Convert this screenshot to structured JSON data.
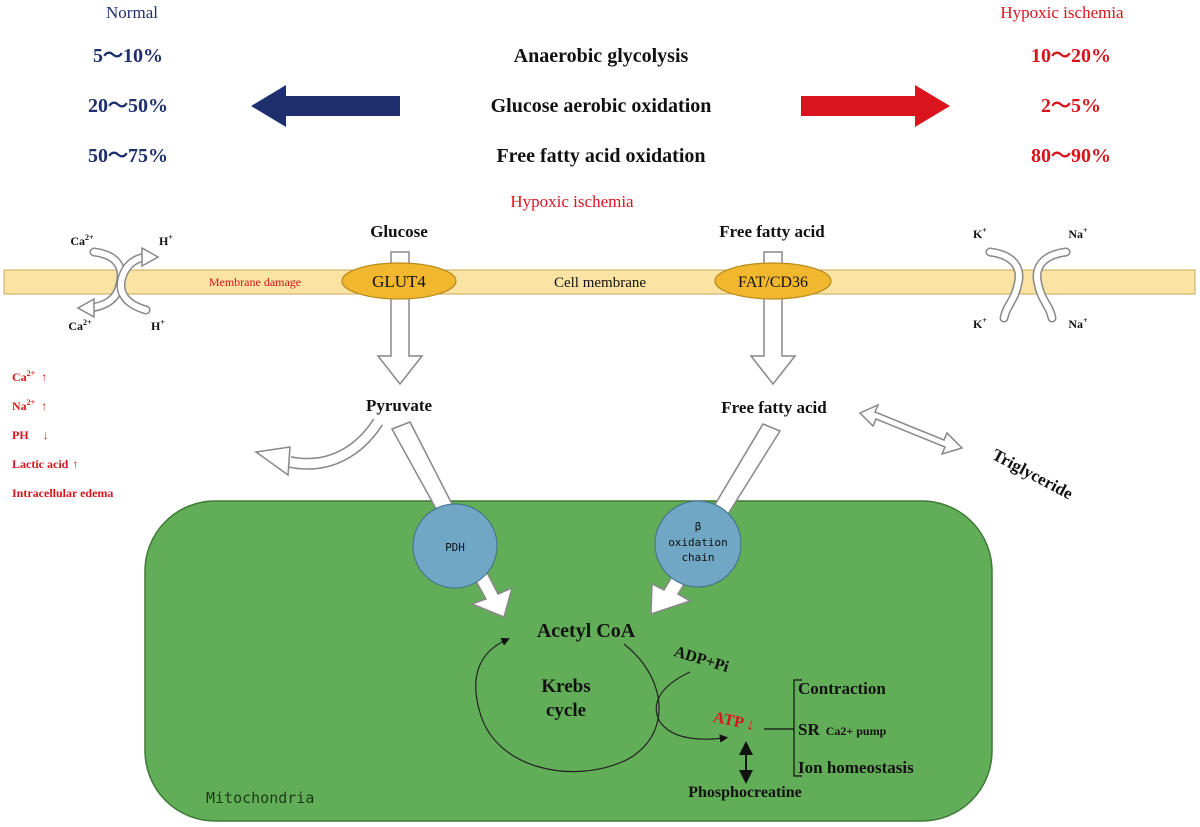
{
  "colors": {
    "normal": "#1f2f6e",
    "hypoxic": "#d9141c",
    "membrane": "#fae3a3",
    "membrane_stroke": "#c9a85c",
    "transporter": "#f0b72f",
    "transporter_stroke": "#b98a1a",
    "mito_fill": "#62ad57",
    "mito_stroke": "#3d7a35",
    "enzyme": "#6fa7c5",
    "text": "#111111"
  },
  "comparison": {
    "normal_heading": "Normal",
    "hypoxic_heading": "Hypoxic ischemia",
    "rows": [
      {
        "normal": "5～10%",
        "pathway": "Anaerobic glycolysis",
        "hypoxic": "10～20%"
      },
      {
        "normal": "20～50%",
        "pathway": "Glucose aerobic oxidation",
        "hypoxic": "2～5%"
      },
      {
        "normal": "50～75%",
        "pathway": "Free fatty acid oxidation",
        "hypoxic": "80～90%"
      }
    ],
    "subtitle": "Hypoxic ischemia"
  },
  "membrane": {
    "label": "Cell membrane",
    "damage_label": "Membrane damage",
    "glut4": "GLUT4",
    "fat_cd36": "FAT/CD36",
    "glucose_label": "Glucose",
    "ffa_label": "Free fatty acid"
  },
  "ions": {
    "ca_top": "Ca",
    "ca_top_sup": "2+",
    "h_top": "H",
    "h_top_sup": "+",
    "ca_bottom": "Ca",
    "ca_bottom_sup": "2+",
    "h_bottom": "H",
    "h_bottom_sup": "+",
    "k_top": "K",
    "k_top_sup": "+",
    "na_top": "Na",
    "na_top_sup": "+",
    "k_bottom": "K",
    "k_bottom_sup": "+",
    "na_bottom": "Na",
    "na_bottom_sup": "+"
  },
  "effects": {
    "ca": "Ca",
    "ca_sup": "2+",
    "na": "Na",
    "na_sup": "2+",
    "up": "↑",
    "down": "↓",
    "ph": "PH",
    "lactic": "Lactic acid",
    "edema": "Intracellular edema"
  },
  "cytoplasm": {
    "pyruvate": "Pyruvate",
    "free_fatty_acid": "Free fatty acid",
    "triglyceride": "Triglyceride"
  },
  "mitochondria": {
    "label": "Mitochondria",
    "pdh": "PDH",
    "beta_line1": "β",
    "beta_line2": "oxidation",
    "beta_line3": "chain",
    "acetyl_coa": "Acetyl CoA",
    "krebs_line1": "Krebs",
    "krebs_line2": "cycle",
    "adp": "ADP+Pi",
    "atp": "ATP",
    "atp_arrow": "↓",
    "phosphocreatine": "Phosphocreatine",
    "uses": {
      "contraction": "Contraction",
      "sr": "SR",
      "sr_detail": "Ca2+ pump",
      "ion": "Ion homeostasis"
    }
  }
}
